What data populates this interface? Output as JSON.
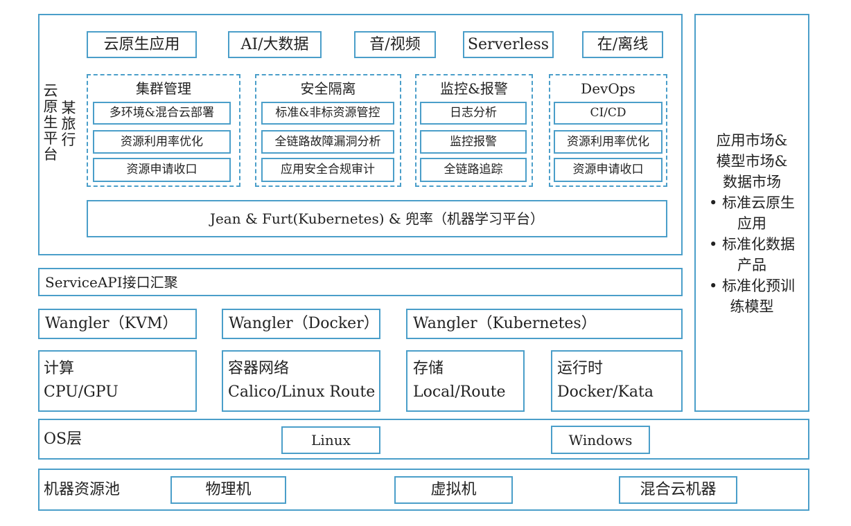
{
  "platform": {
    "label_vertical_1": "云原生平台",
    "label_vertical_2": "某旅行",
    "apps": [
      "云原生应用",
      "AI/大数据",
      "音/视频",
      "Serverless",
      "在/离线"
    ],
    "groups": [
      {
        "title": "集群管理",
        "items": [
          "多环境&混合云部署",
          "资源利用率优化",
          "资源申请收口"
        ]
      },
      {
        "title": "安全隔离",
        "items": [
          "标准&非标资源管控",
          "全链路故障漏洞分析",
          "应用安全合规审计"
        ]
      },
      {
        "title": "监控&报警",
        "items": [
          "日志分析",
          "监控报警",
          "全链路追踪"
        ]
      },
      {
        "title": "DevOps",
        "items": [
          "CI/CD",
          "资源利用率优化",
          "资源申请收口"
        ]
      }
    ],
    "base": "Jean & Furt(Kubernetes) & 兜率（机器学习平台）"
  },
  "service_api": "ServiceAPI接口汇聚",
  "wanglers": [
    "Wangler（KVM）",
    "Wangler（Docker）",
    "Wangler（Kubernetes）"
  ],
  "resources": [
    {
      "line1": "计算",
      "line2": "CPU/GPU"
    },
    {
      "line1": "容器网络",
      "line2": "Calico/Linux Route"
    },
    {
      "line1": "存储",
      "line2": "Local/Route"
    },
    {
      "line1": "运行时",
      "line2": "Docker/Kata"
    }
  ],
  "os_layer": {
    "label": "OS层",
    "items": [
      "Linux",
      "Windows"
    ]
  },
  "machine_pool": {
    "label": "机器资源池",
    "items": [
      "物理机",
      "虚拟机",
      "混合云机器"
    ]
  },
  "market": {
    "lines": [
      "应用市场&",
      "模型市场&",
      "数据市场",
      "• 标准云原生",
      "应用",
      "• 标准化数据",
      "产品",
      "• 标准化预训",
      "练模型"
    ]
  }
}
